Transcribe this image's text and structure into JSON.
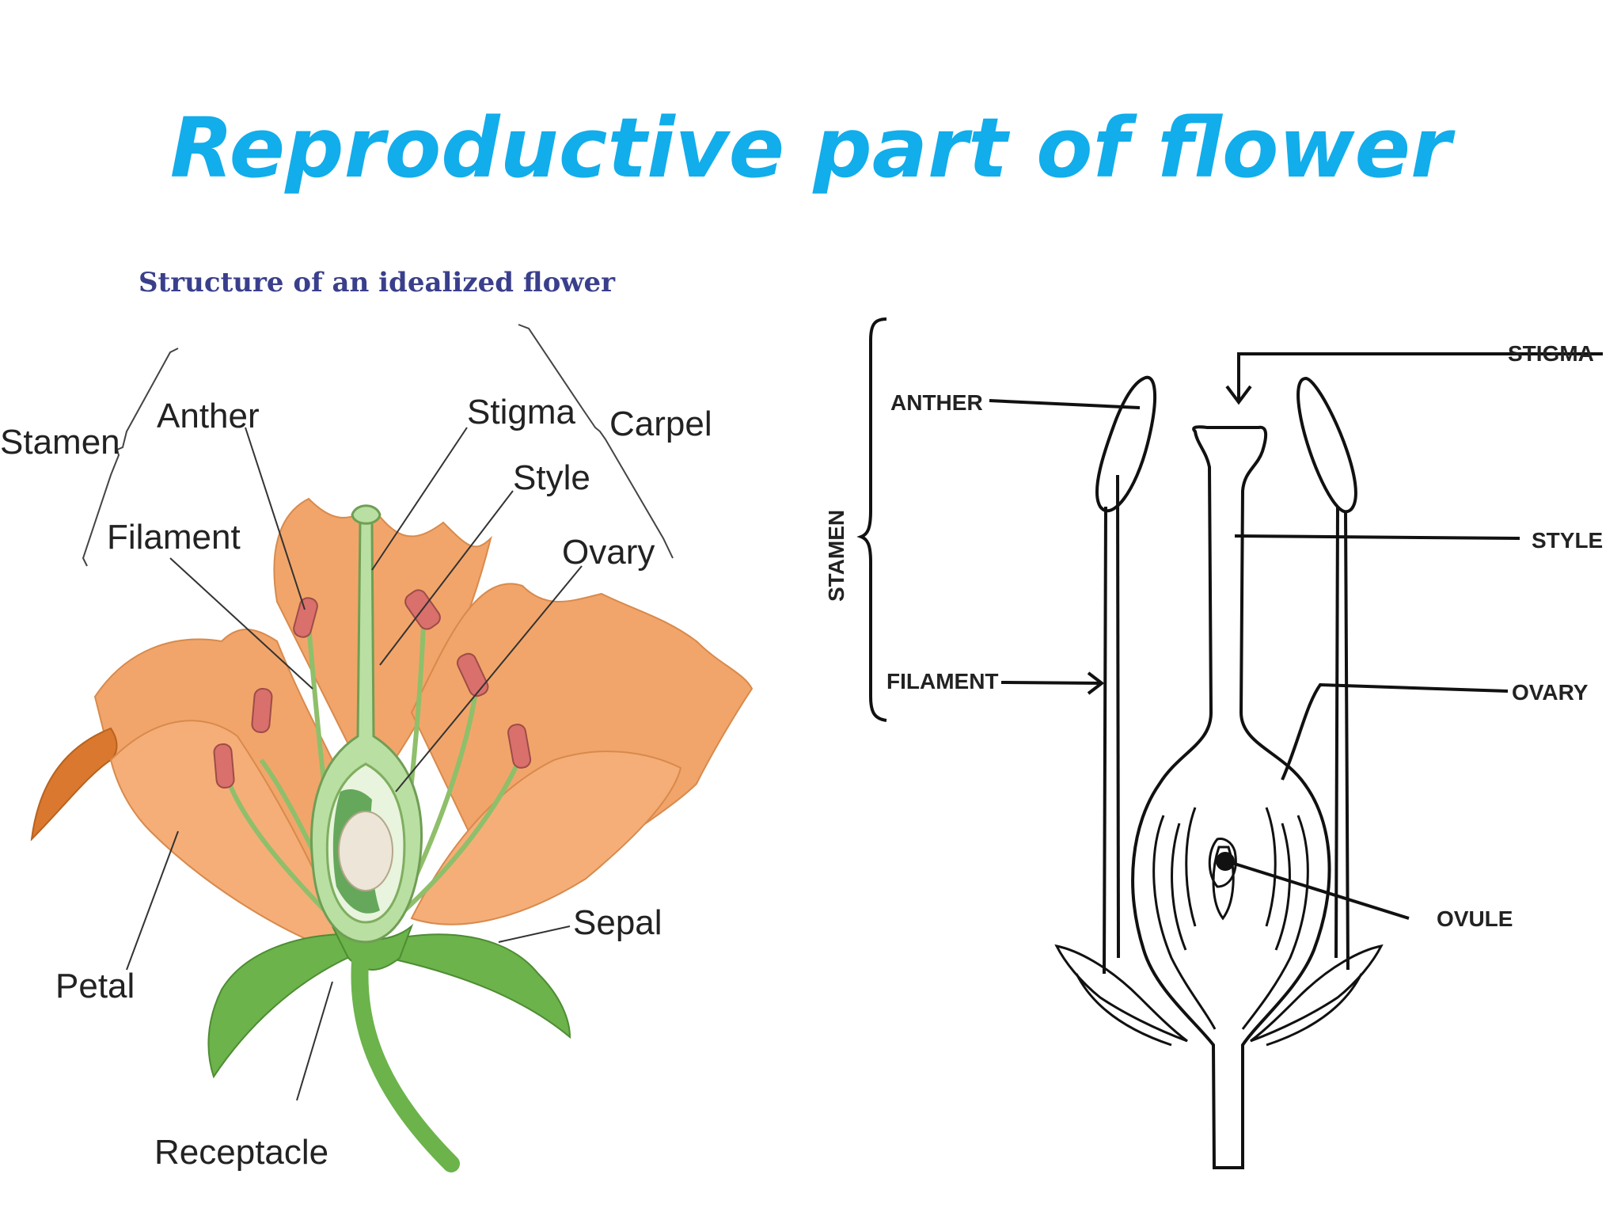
{
  "slide": {
    "title": "Reproductive part of flower"
  },
  "left_diagram": {
    "subtitle": "Structure of an idealized flower",
    "labels": {
      "stamen": "Stamen",
      "anther": "Anther",
      "filament": "Filament",
      "stigma": "Stigma",
      "carpel": "Carpel",
      "style": "Style",
      "ovary": "Ovary",
      "sepal": "Sepal",
      "petal": "Petal",
      "receptacle": "Receptacle"
    },
    "colors": {
      "petal": "#f2a56a",
      "petal_dark": "#d9782e",
      "sepal": "#6bb34a",
      "anther": "#d9706b",
      "pistil": "#b9dfa3"
    }
  },
  "right_diagram": {
    "labels": {
      "stamen": "STAMEN",
      "anther": "ANTHER",
      "filament": "FILAMENT",
      "stigma": "STIGMA",
      "style": "STYLE",
      "ovary": "OVARY",
      "ovule": "OVULE"
    }
  }
}
